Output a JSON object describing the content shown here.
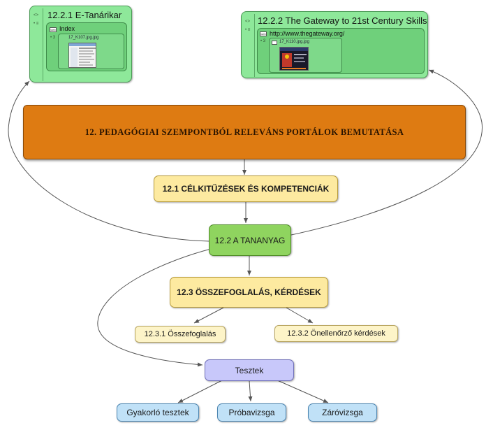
{
  "main_title": "12. PEDAGÓGIAI SZEMPONTBÓL RELEVÁNS PORTÁLOK BEMUTATÁSA",
  "nodes": {
    "celkituzesek": "12.1  CÉLKITŰZÉSEK ÉS KOMPETENCIÁK",
    "tananyag": "12.2  A TANANYAG",
    "osszefoglalas_kerdesek": "12.3  ÖSSZEFOGLALÁS, KÉRDÉSEK",
    "osszefoglalas": "12.3.1 Összefoglalás",
    "onellenorzo": "12.3.2  Önellenőrző kérdések",
    "tesztek": "Tesztek",
    "gyakorlo": "Gyakorló tesztek",
    "probavizsga": "Próbavizsga",
    "zarovizsga": "Záróvizsga"
  },
  "resources": {
    "etanarikar": {
      "title": "12.2.1  E-Tanárikar",
      "link_label": "Index",
      "file_label": "17_K107.jpg.jpg",
      "side_glyphs": [
        "<>",
        "• ≡"
      ],
      "sub_glyph": "• 3",
      "icon_label": "web"
    },
    "gateway": {
      "title": "12.2.2  The Gateway to 21st Century Skills",
      "link_label": "http://www.thegateway.org/",
      "file_label": "17_K110.jpg.jpg",
      "side_glyphs": [
        "<>",
        "• ≡"
      ],
      "sub_glyph": "• 3",
      "icon_label": "web"
    }
  },
  "colors": {
    "main": "#de7b12",
    "objective_node": "#fdeaa0",
    "material_node": "#8fd45f",
    "resource": "#8ee89a",
    "sub_node": "#fdf4c8",
    "tests_node": "#c8c8fa",
    "exam_node": "#c0e1f7",
    "connector": "#555555"
  }
}
